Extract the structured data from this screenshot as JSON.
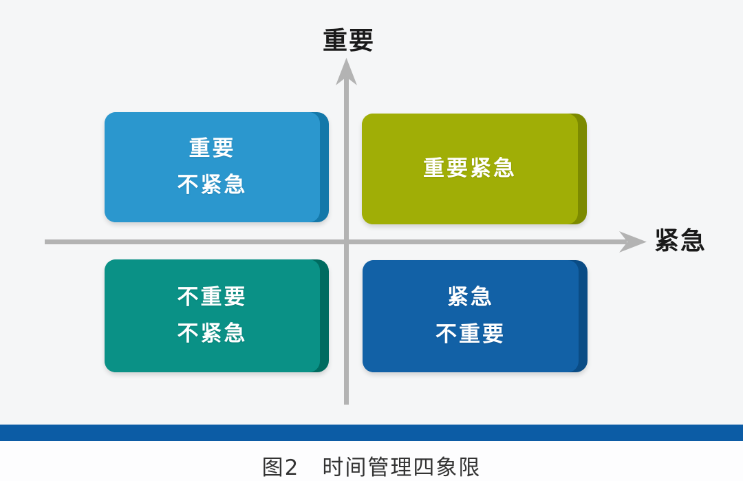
{
  "diagram": {
    "title_caption": "图2　时间管理四象限",
    "axes": {
      "y_label": "重要",
      "x_label": "紧急",
      "color": "#b3b3b3"
    },
    "quadrants": [
      {
        "id": "important-not-urgent",
        "position": "top-left",
        "lines": [
          "重要",
          "不紧急"
        ],
        "face_color": "#2b97ce",
        "side_color": "#1478a9"
      },
      {
        "id": "important-urgent",
        "position": "top-right",
        "lines": [
          "重要紧急"
        ],
        "face_color": "#a0ae06",
        "side_color": "#7c8a00"
      },
      {
        "id": "not-important-not-urgent",
        "position": "bottom-left",
        "lines": [
          "不重要",
          "不紧急"
        ],
        "face_color": "#0a9186",
        "side_color": "#006b60"
      },
      {
        "id": "urgent-not-important",
        "position": "bottom-right",
        "lines": [
          "紧急",
          "不重要"
        ],
        "face_color": "#1261a6",
        "side_color": "#0a4c85"
      }
    ],
    "footer": {
      "bar_color": "#0c5ca5",
      "caption": "图2　时间管理四象限"
    },
    "background_color": "#f5f6f7"
  }
}
